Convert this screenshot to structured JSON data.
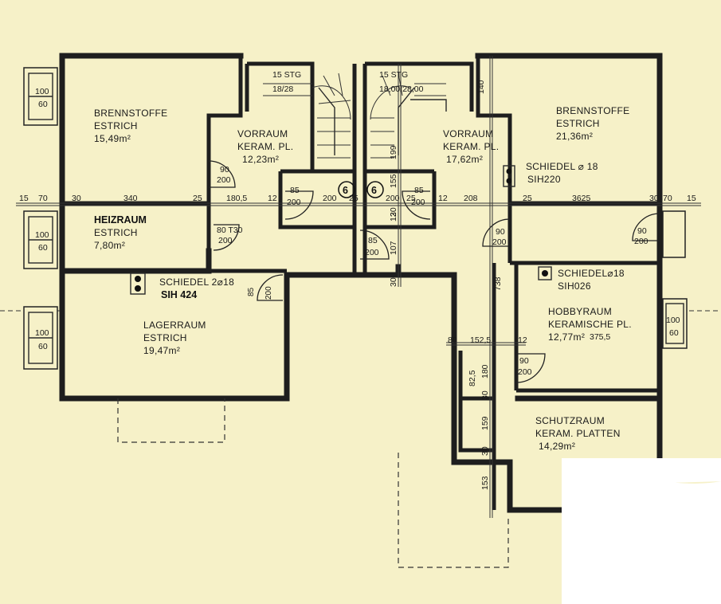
{
  "rooms": [
    {
      "id": "brennstoffe-left",
      "name": "BRENNSTOFFE",
      "floor": "ESTRICH",
      "area": "15,49m²"
    },
    {
      "id": "heizraum",
      "name": "HEIZRAUM",
      "floor": "ESTRICH",
      "area": "7,80m²"
    },
    {
      "id": "lagerraum",
      "name": "LAGERRAUM",
      "floor": "ESTRICH",
      "area": "19,47m²"
    },
    {
      "id": "vorraum-left",
      "name": "VORRAUM",
      "floor": "KERAM. PL.",
      "area": "12,23m²"
    },
    {
      "id": "vorraum-right",
      "name": "VORRAUM",
      "floor": "KERAM. PL.",
      "area": "17,62m²"
    },
    {
      "id": "brennstoffe-right",
      "name": "BRENNSTOFFE",
      "floor": "ESTRICH",
      "area": "21,36m²"
    },
    {
      "id": "hobbyraum",
      "name": "HOBBYRAUM",
      "floor": "KERAMISCHE PL.",
      "area": "12,77m²"
    },
    {
      "id": "schutzraum",
      "name": "SCHUTZRAUM",
      "floor": "KERAM. PLATTEN",
      "area": "14,29m²"
    }
  ],
  "chimneys": [
    {
      "id": "schiedel-left",
      "label": "SCHIEDEL 2⌀18",
      "code": "SIH 424"
    },
    {
      "id": "schiedel-right-top",
      "label": "SCHIEDEL ⌀ 18",
      "code": "SIH220"
    },
    {
      "id": "schiedel-right-mid",
      "label": "SCHIEDEL⌀18",
      "code": "SIH026"
    }
  ],
  "stairs": {
    "left": {
      "steps": "15 STG",
      "rise": "18/28"
    },
    "right": {
      "steps": "15 STG",
      "rise": "18,00/28,00"
    }
  },
  "markers": [
    "6",
    "6"
  ],
  "windows": [
    {
      "id": "win-left-1",
      "w": "100",
      "h": "60"
    },
    {
      "id": "win-left-2",
      "w": "100",
      "h": "60"
    },
    {
      "id": "win-left-3",
      "w": "100",
      "h": "60"
    },
    {
      "id": "win-right-1",
      "w": "100",
      "h": "60"
    }
  ],
  "doors": [
    {
      "id": "door-vorraum-left",
      "w": "90",
      "h": "200"
    },
    {
      "id": "door-stair-left",
      "w": "85",
      "h": "200"
    },
    {
      "id": "door-stair-right",
      "w": "85",
      "h": "200"
    },
    {
      "id": "door-heiz",
      "w": "80 T30",
      "h": "200"
    },
    {
      "id": "door-center",
      "w": "85",
      "h": "200"
    },
    {
      "id": "door-brennstoffe-right",
      "w": "90",
      "h": "200"
    },
    {
      "id": "door-right-outer",
      "w": "90",
      "h": "200"
    },
    {
      "id": "door-hobby",
      "w": "90",
      "h": "200"
    },
    {
      "id": "door-lager",
      "w": "85",
      "h": "200"
    }
  ],
  "dims": {
    "d15a": "15",
    "d70a": "70",
    "d30a": "30",
    "d340": "340",
    "d25a": "25",
    "d180_5": "180,5",
    "d12a": "12",
    "d200a": "200",
    "d25b": "25",
    "d200b": "200",
    "d25c": "25",
    "d12b": "12",
    "d208": "208",
    "d25d": "25",
    "d3625": "3625",
    "d30b": "30",
    "d70b": "70",
    "d15b": "15",
    "d140": "140",
    "d738": "738",
    "d30c": "30",
    "d80": "80",
    "d152_5": "152,5",
    "d12c": "12",
    "d375_5": "375,5",
    "d82_5": "82,5",
    "d180": "180",
    "d30d": "30",
    "d159": "159",
    "d30e": "30",
    "d153": "153",
    "d107": "107",
    "d30f": "30",
    "d12d": "12",
    "d199": "199",
    "d15_5": "155"
  }
}
